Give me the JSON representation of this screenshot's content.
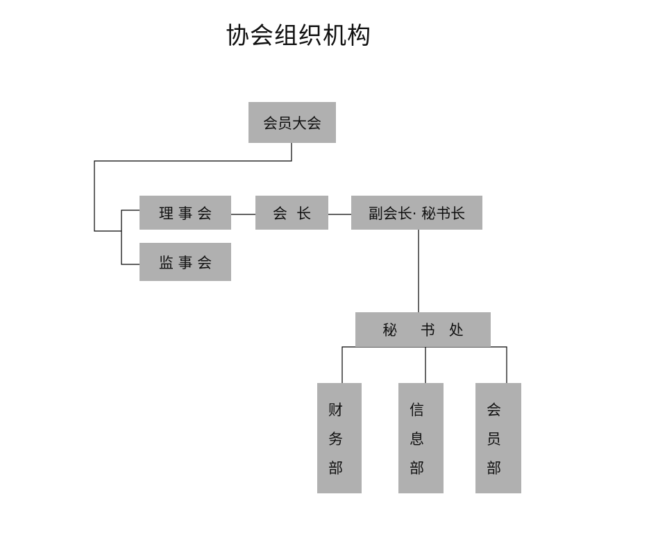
{
  "title": "协会组织机构",
  "nodes": {
    "general_assembly": "会员大会",
    "council": "理 事 会",
    "supervisory_board": "监 事 会",
    "president": "会  长",
    "vice_president_secretary_general": "副会长· 秘书长",
    "secretariat": "秘     书   处",
    "finance_dept": "财务部",
    "info_dept": "信息部",
    "member_dept": "会员部"
  },
  "colors": {
    "box": "#b0b0b0",
    "line": "#000000",
    "text": "#111111"
  }
}
